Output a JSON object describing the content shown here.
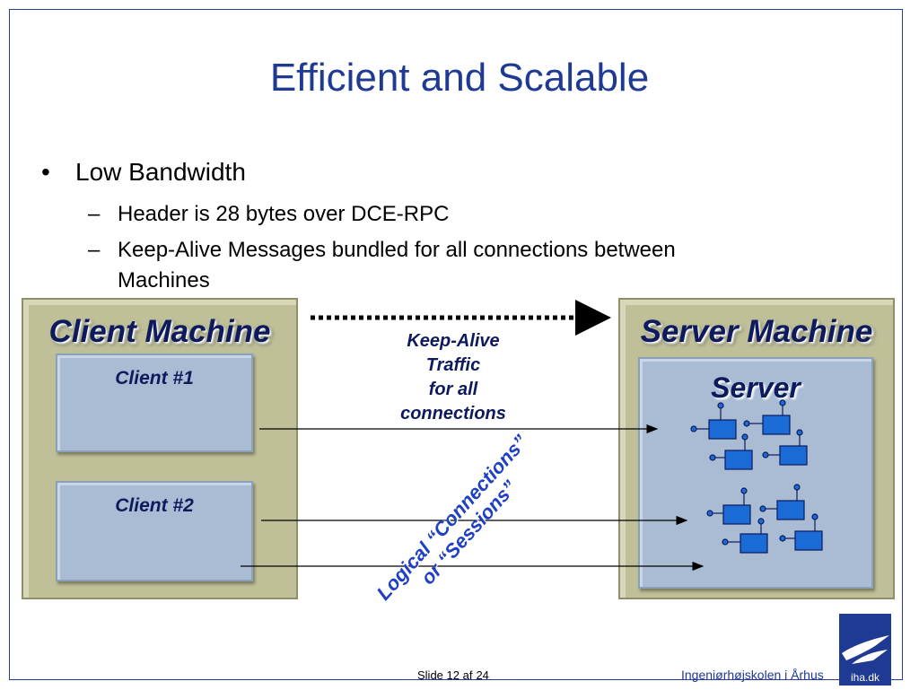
{
  "slide": {
    "title": "Efficient and Scalable",
    "bullets": {
      "level1": "Low Bandwidth",
      "sub1": "Header is 28 bytes over DCE-RPC",
      "sub2_line1": "Keep-Alive Messages bundled for all connections between",
      "sub2_line2": "Machines",
      "bullet_glyph": "•",
      "dash_glyph": "–"
    }
  },
  "diagram": {
    "client_machine": "Client Machine",
    "server_machine": "Server Machine",
    "client1": "Client #1",
    "client2": "Client #2",
    "server": "Server",
    "keepalive": [
      "Keep-Alive",
      "Traffic",
      "for all",
      "connections"
    ],
    "logical": [
      "Logical “Connections”",
      "or “Sessions”"
    ],
    "colors": {
      "machine_bg": "#bfbf98",
      "panel_bg": "#a9bcd4",
      "node_fill": "#1a6bd6",
      "label_dark": "#0d1a5c",
      "logical_blue": "#1f3fc4"
    }
  },
  "footer": {
    "slide_label": "Slide 12 af",
    "slide_total": "24",
    "institution": "Ingeniørhøjskolen i Århus",
    "logo_text": "iha.dk"
  }
}
